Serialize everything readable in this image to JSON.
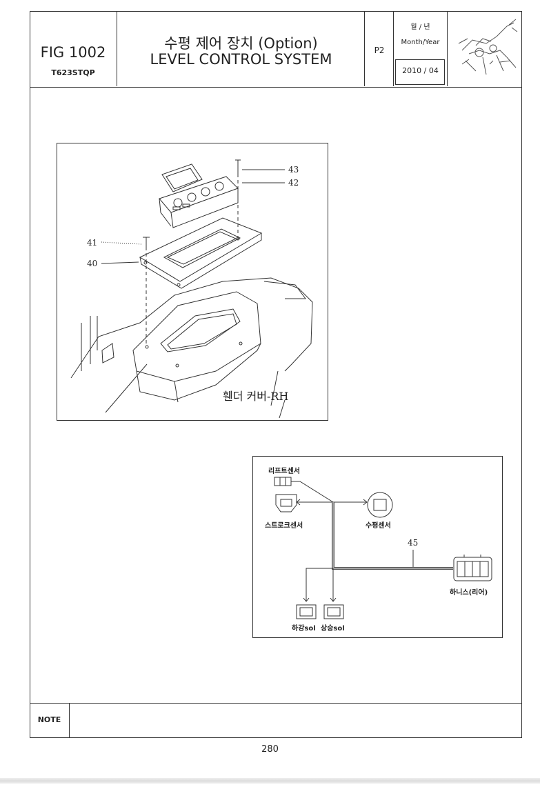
{
  "header": {
    "fig": "FIG 1002",
    "code": "T623STQP",
    "title_ko": "수평 제어 장치 (Option)",
    "title_en": "LEVEL CONTROL SYSTEM",
    "page_code": "P2",
    "month_year_ko": "월 / 년",
    "month_year_en": "Month/Year",
    "date": "2010 / 04"
  },
  "exploded_view": {
    "callouts": [
      "43",
      "42",
      "41",
      "40"
    ],
    "part_name": "휀더 커버-RH"
  },
  "wiring_diagram": {
    "lift_sensor": "리프트센서",
    "stroke_sensor": "스트로크센서",
    "level_sensor": "수평센서",
    "harness_number": "45",
    "harness_rear": "하니스(리어)",
    "down_sol": "하강sol",
    "up_sol": "상승sol"
  },
  "note_label": "NOTE",
  "page_number": "280"
}
